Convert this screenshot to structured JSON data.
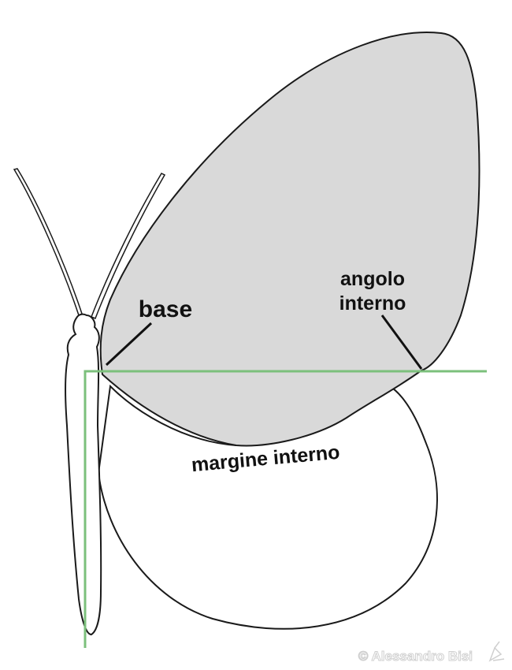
{
  "labels": {
    "base": "base",
    "inner_angle_line1": "angolo",
    "inner_angle_line2": "interno",
    "inner_margin": "margine interno"
  },
  "credit": "© Alessandro Bisi",
  "colors": {
    "forewing_fill": "#d9d9d9",
    "outline": "#1a1a1a",
    "axis_lines": "#7cc07c",
    "background": "#ffffff"
  },
  "icons": {
    "credit_logo": "butterfly-logo-icon"
  }
}
